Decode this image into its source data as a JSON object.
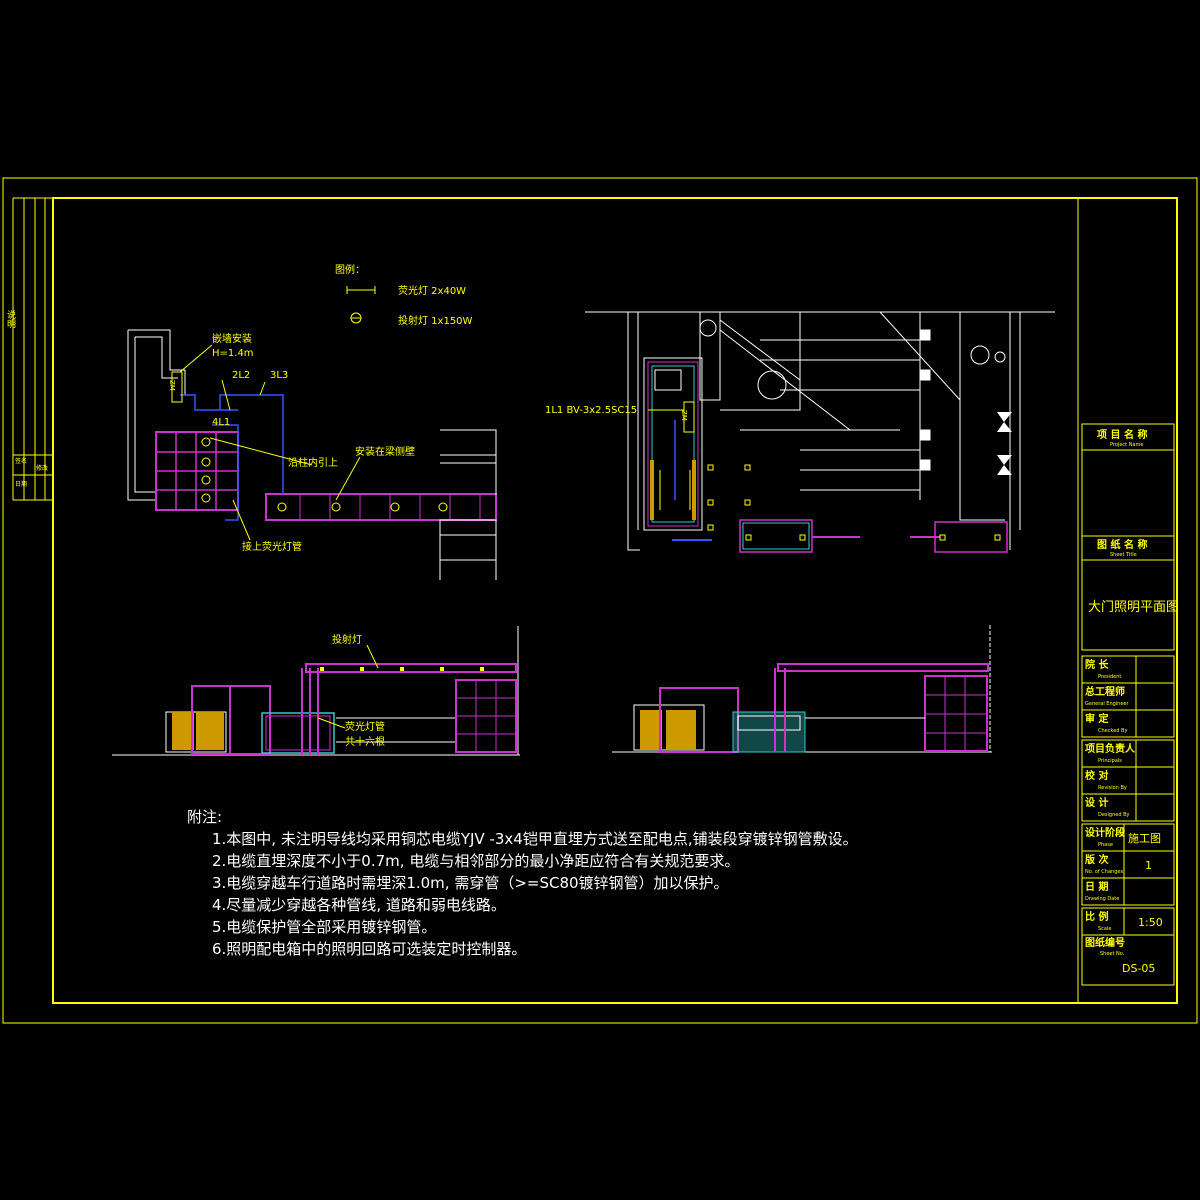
{
  "colors": {
    "frame": "#ffff00",
    "purple": "#cc33cc",
    "blue": "#3355ff",
    "cyan": "#33cccc",
    "white": "#ffffff",
    "orange": "#cc9900",
    "background": "#000000"
  },
  "legend": {
    "title": "图例：",
    "items": [
      {
        "icon": "fluorescent-lamp-symbol",
        "label": "荧光灯 2x40W"
      },
      {
        "icon": "floodlight-symbol",
        "label": "投射灯 1x150W"
      }
    ]
  },
  "left_plan": {
    "labels": {
      "wall_mount": "嵌墙安装",
      "height": "H=1.4m",
      "circuit_2l2": "2L2",
      "circuit_3l3": "3L3",
      "circuit_4l1": "4L1",
      "column": "沿柱内引上",
      "beam": "安装在梁侧壁",
      "fluorescent_tube": "接上荧光灯管",
      "zm": "ZM",
      "zm_num": "2"
    }
  },
  "right_plan": {
    "labels": {
      "cable": "1L1  BV-3x2.5SC15",
      "zm": "ZM",
      "zm_num": "2"
    }
  },
  "elevation_left": {
    "labels": {
      "floodlight": "投射灯",
      "fluorescent_tube": "荧光灯管",
      "count": "共十六根"
    }
  },
  "notes": {
    "title": "附注:",
    "items": [
      "1.本图中, 未注明导线均采用铜芯电缆YJV -3x4铠甲直埋方式送至配电点,铺装段穿镀锌钢管敷设。",
      "2.电缆直埋深度不小于0.7m, 电缆与相邻部分的最小净距应符合有关规范要求。",
      "3.电缆穿越车行道路时需埋深1.0m, 需穿管（>=SC80镀锌钢管）加以保护。",
      "4.尽量减少穿越各种管线, 道路和弱电线路。",
      "5.电缆保护管全部采用镀锌钢管。",
      "6.照明配电箱中的照明回路可选装定时控制器。"
    ]
  },
  "title_block": {
    "project_name": {
      "zh": "项 目 名 称",
      "en": "Project Name"
    },
    "drawing_name": {
      "zh": "图 纸 名 称",
      "en": "Sheet Title"
    },
    "drawing_title": "大门照明平面图",
    "rows": [
      {
        "zh": "院      长",
        "en": "President",
        "value": ""
      },
      {
        "zh": "总工程师",
        "en": "General Engineer",
        "value": ""
      },
      {
        "zh": "审      定",
        "en": "Checked By",
        "value": ""
      },
      {
        "zh": "项目负责人",
        "en": "Principals",
        "value": ""
      },
      {
        "zh": "校      对",
        "en": "Revision By",
        "value": ""
      },
      {
        "zh": "设      计",
        "en": "Designed By",
        "value": ""
      }
    ],
    "stage": {
      "zh": "设计阶段",
      "en": "Phase",
      "value": "施工图"
    },
    "version": {
      "zh": "版      次",
      "en": "No. of Changes",
      "value": "1"
    },
    "date": {
      "zh": "日      期",
      "en": "Drawing Date",
      "value": ""
    },
    "scale": {
      "zh": "比      例",
      "en": "Scale",
      "value": "1:50"
    },
    "sheet_no": {
      "zh": "图纸编号",
      "en": "Sheet No.",
      "value": "DS-05"
    }
  },
  "left_margin": {
    "top_label": "说明",
    "bottom_labels": [
      "签名",
      "日期",
      "修改"
    ]
  }
}
